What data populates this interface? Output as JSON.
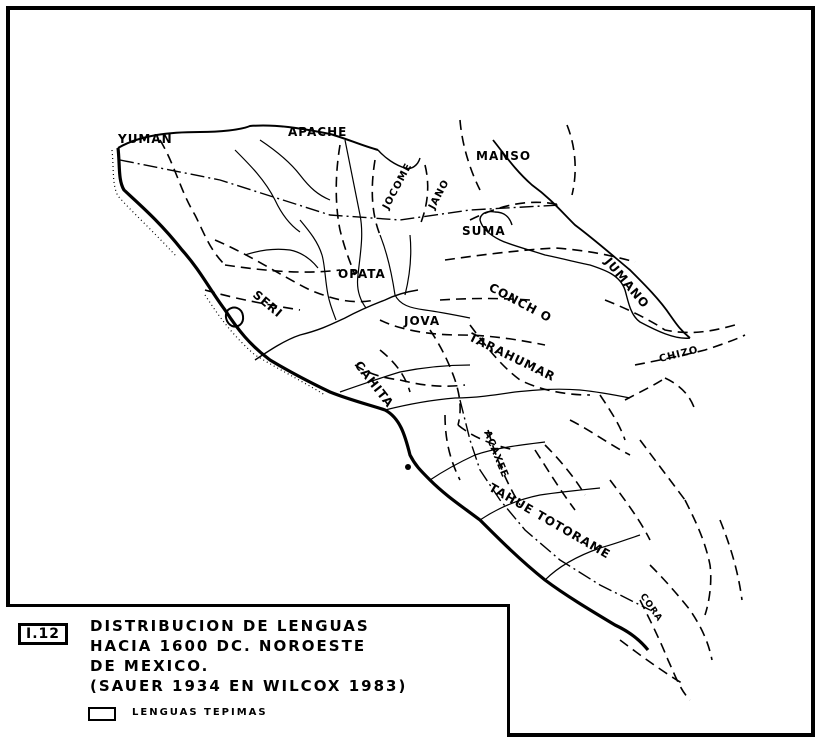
{
  "caption": {
    "figure_number": "I.12",
    "lines": [
      "DISTRIBUCION  DE  LENGUAS",
      "HACIA  1600  DC.  NOROESTE",
      "DE   MEXICO.",
      "(SAUER 1934  EN  WILCOX 1983)"
    ]
  },
  "legend": {
    "label": "LENGUAS  TEPIMAS"
  },
  "labels": {
    "yuman": "YUMAN",
    "apache": "APACHE",
    "jocome": "JOCOME",
    "jano": "JANO",
    "manso": "MANSO",
    "suma": "SUMA",
    "opata": "OPATA",
    "jumano": "JUMANO",
    "concho": "CONCH O",
    "chizo": "CHIZO",
    "seri": "SERI",
    "jova": "JOVA",
    "tarahumara": "TARAHUMAR",
    "cahita": "CAHITA",
    "acaxee": "ACAXEE",
    "tahue_totorame": "TAHUE TOTORAME",
    "cora": "CORA"
  },
  "colors": {
    "ink": "#000000",
    "paper": "#ffffff"
  }
}
